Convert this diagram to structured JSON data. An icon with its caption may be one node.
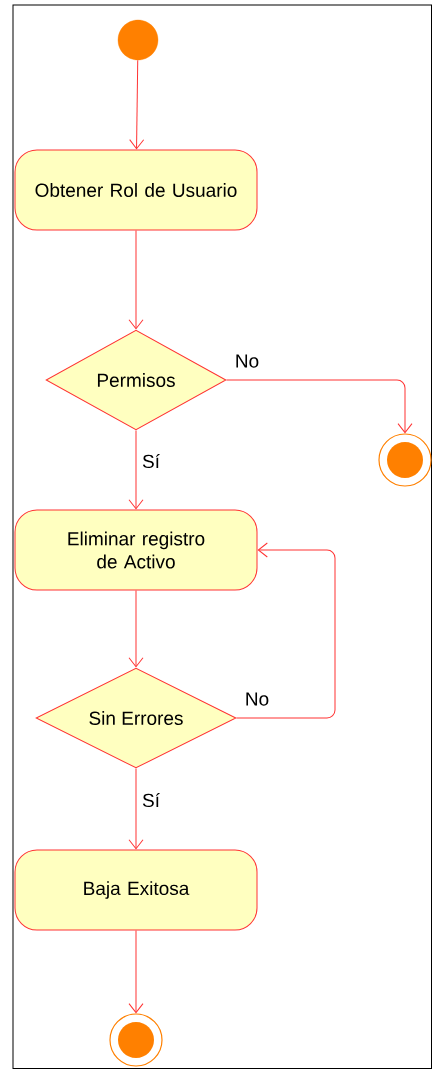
{
  "diagram": {
    "nodes": [
      {
        "text": [],
        "shape": "circle"
      },
      {
        "text": [
          "Obtener Rol de Usuario"
        ]
      },
      {
        "text": [
          "Permisos"
        ]
      },
      {
        "text": [],
        "shape": "bullseye"
      },
      {
        "text": [
          "Eliminar registro de Activo"
        ]
      },
      {
        "text": [
          "Sin Errores"
        ]
      },
      {
        "text": [
          "Baja Exitosa"
        ]
      },
      {
        "text": [],
        "shape": "bullseye"
      }
    ],
    "edges": [
      {
        "from": 0,
        "to": 1,
        "arrow": "to"
      },
      {
        "from": 1,
        "to": 2,
        "arrow": "to"
      },
      {
        "from": 2,
        "to": 3,
        "arrow": "to",
        "label": "No"
      },
      {
        "from": 2,
        "to": 4,
        "arrow": "to",
        "label": "Sí"
      },
      {
        "from": 4,
        "to": 5,
        "arrow": "to"
      },
      {
        "from": 5,
        "to": 4,
        "arrow": "to",
        "label": "No"
      },
      {
        "from": 5,
        "to": 6,
        "arrow": "to",
        "label": "Sí"
      },
      {
        "from": 6,
        "to": 7,
        "arrow": "to"
      }
    ]
  }
}
